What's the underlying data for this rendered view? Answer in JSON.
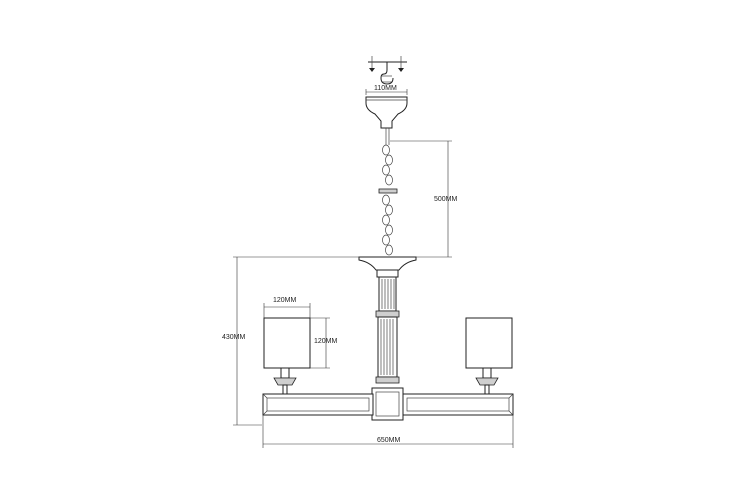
{
  "diagram": {
    "labels": {
      "canopy_width": "110MM",
      "chain_length": "500MM",
      "total_height": "430MM",
      "shade_width": "120MM",
      "shade_height": "120MM",
      "total_width": "650MM"
    }
  }
}
